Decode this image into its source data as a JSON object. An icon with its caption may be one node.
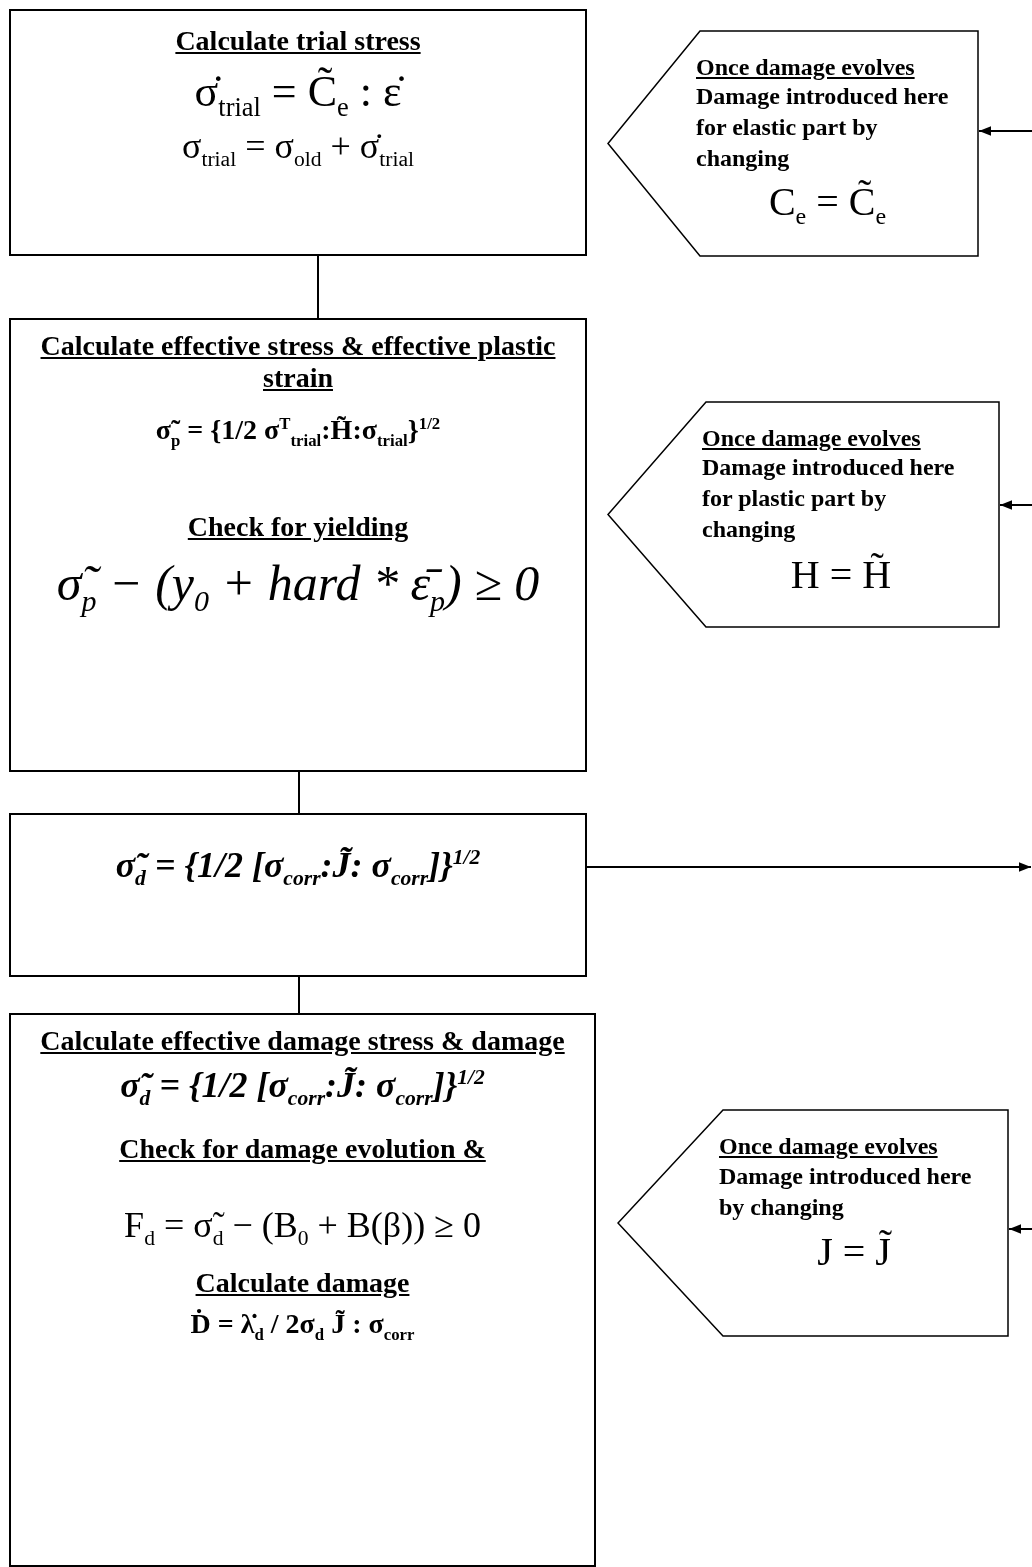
{
  "diagram": {
    "nodes": [
      {
        "text": [
          "Calculate trial stress",
          "σ̇$_{trial}$ = C̃$_{e}$ : ε̇",
          "σ$_{trial}$ = σ$_{old}$ + σ̇$_{trial}$"
        ]
      },
      {
        "text": [
          "Once damage evolves",
          "Damage introduced here for elastic part by changing",
          "C$_{e}$ = C̃$_{e}$"
        ]
      },
      {
        "text": [
          "Calculate effective stress & effective plastic strain",
          "σ̃$_{p}$ = {1/2 σ$^{T}$$_{trial}$:H̃:σ$_{trial}$}$^{1/2}$",
          "Check for yielding",
          "σ̃$_{p}$ − (y$_{0}$ + hard * ε̄$_{p}$) ≥ 0"
        ]
      },
      {
        "text": [
          "Once damage evolves",
          "Damage introduced here for plastic part by changing",
          "H = H̃"
        ]
      },
      {
        "text": [
          "σ̃$_{d}$ = {1/2 [σ$_{corr}$:J̃: σ$_{corr}$]}$^{1/2}$"
        ]
      },
      {
        "text": [
          "Calculate effective damage stress & damage",
          "σ̃$_{d}$ = {1/2 [σ$_{corr}$:J̃: σ$_{corr}$]}$^{1/2}$",
          "Check for damage evolution &",
          "F$_{d}$ = σ̃$_{d}$ − (B$_{0}$ + B(β)) ≥ 0",
          "Calculate damage",
          "Ḋ = λ̇$_{d}$ / 2σ$_{d}$ J̃ : σ$_{corr}$"
        ]
      },
      {
        "text": [
          "Once damage evolves",
          "Damage introduced here by changing",
          "J = J̃"
        ]
      }
    ],
    "edges": [
      {
        "from": 0,
        "to": 2,
        "arrow": "none"
      },
      {
        "from": 2,
        "to": 4,
        "arrow": "none"
      },
      {
        "from": 4,
        "to": 5,
        "arrow": "none"
      },
      {
        "from": null,
        "to": 1,
        "arrow": "to"
      },
      {
        "from": null,
        "to": 3,
        "arrow": "to"
      },
      {
        "from": 4,
        "to": null,
        "arrow": "to"
      },
      {
        "from": null,
        "to": 6,
        "arrow": "to"
      }
    ]
  }
}
